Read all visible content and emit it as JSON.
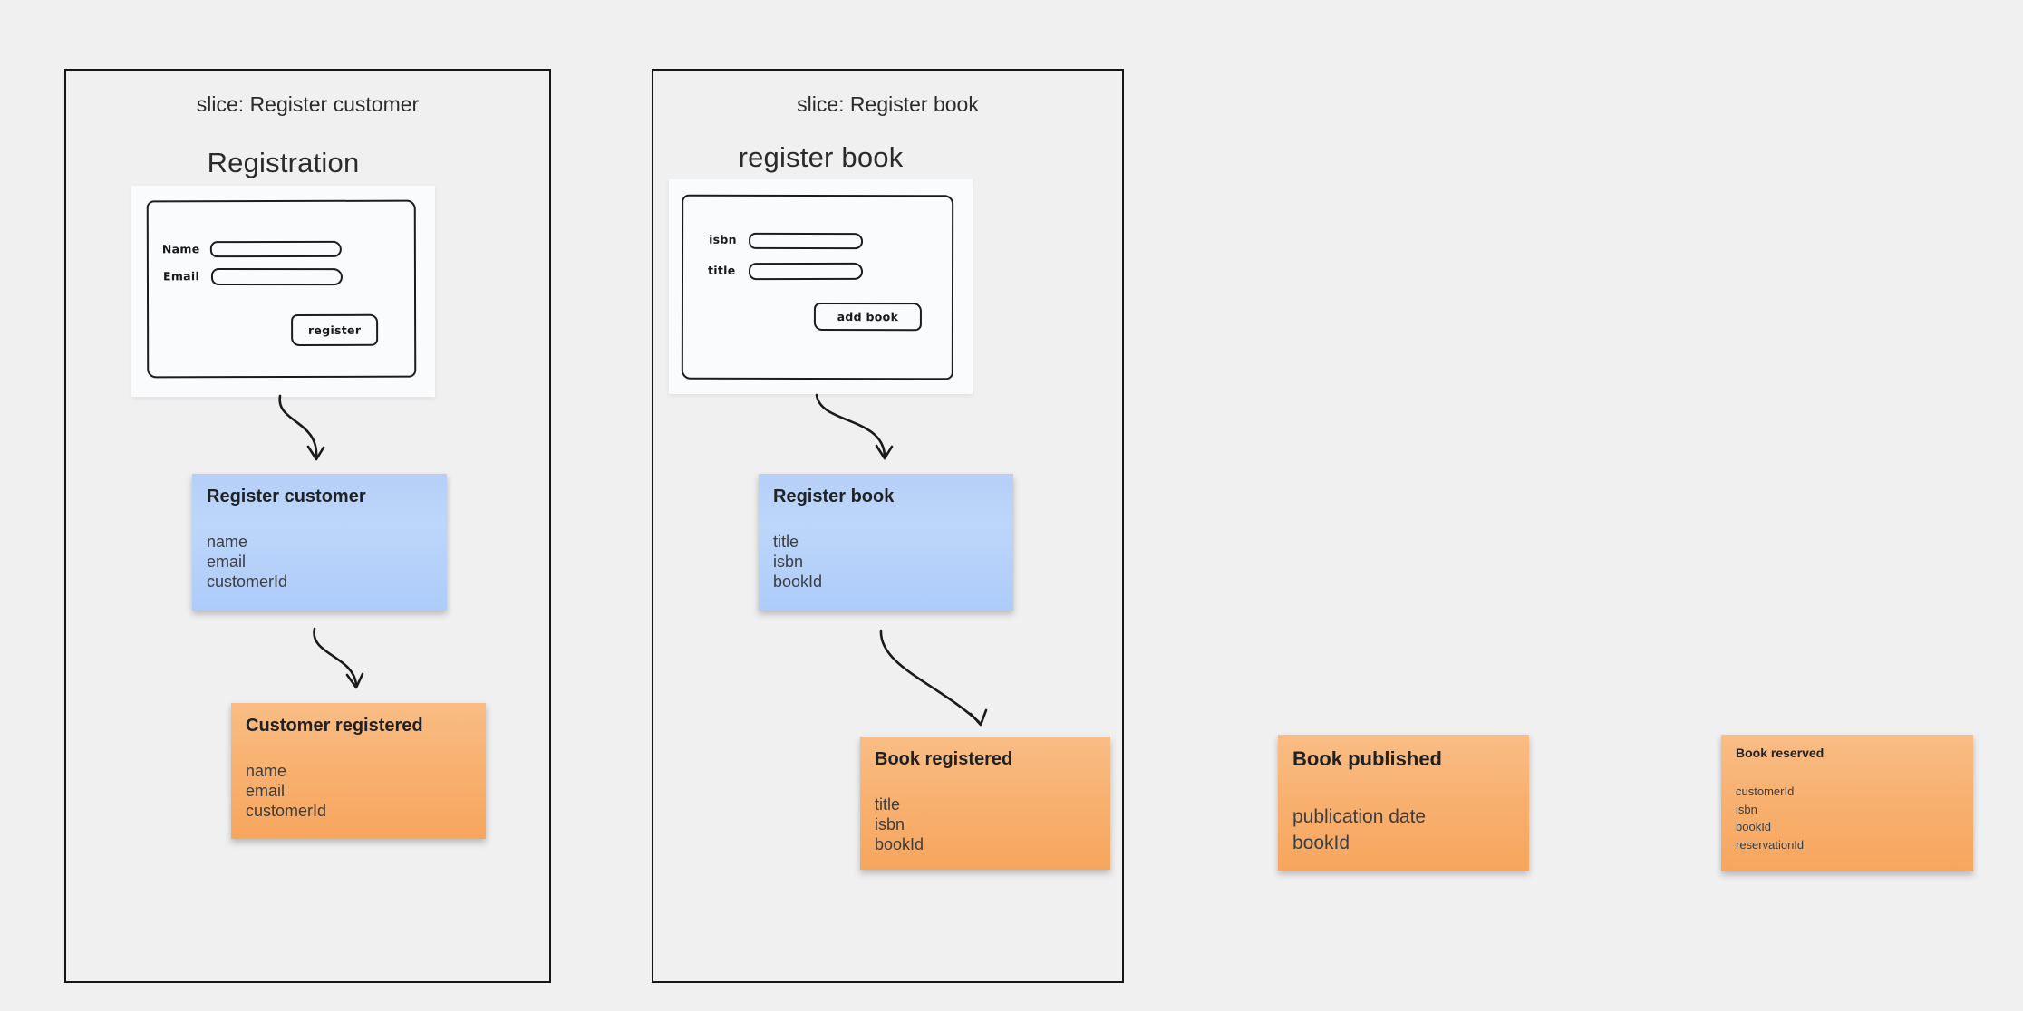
{
  "colors": {
    "canvas_bg": "#f0f0f1",
    "slice_border": "#161616",
    "command_blue": "#b5d0f9",
    "event_orange": "#f8b171",
    "ink": "#1a1a1a",
    "wireframe_bg": "#fafbfc"
  },
  "slices": [
    {
      "title": "slice: Register customer",
      "heading": "Registration",
      "wireframe": {
        "fields": [
          {
            "label": "Name"
          },
          {
            "label": "Email"
          }
        ],
        "button_label": "register"
      },
      "command": {
        "title": "Register customer",
        "fields": [
          "name",
          "email",
          "customerId"
        ]
      },
      "event": {
        "title": "Customer registered",
        "fields": [
          "name",
          "email",
          "customerId"
        ]
      }
    },
    {
      "title": "slice: Register book",
      "heading": "register book",
      "wireframe": {
        "fields": [
          {
            "label": "isbn"
          },
          {
            "label": "title"
          }
        ],
        "button_label": "add book"
      },
      "command": {
        "title": "Register book",
        "fields": [
          "title",
          "isbn",
          "bookId"
        ]
      },
      "event": {
        "title": "Book registered",
        "fields": [
          "title",
          "isbn",
          "bookId"
        ]
      }
    }
  ],
  "standalone_events": [
    {
      "title": "Book published",
      "fields": [
        "publication date",
        "bookId"
      ]
    },
    {
      "title": "Book reserved",
      "fields": [
        "customerId",
        "isbn",
        "bookId",
        "reservationId"
      ]
    }
  ],
  "arrows": [
    {
      "from": "registration-wireframe",
      "to": "register-customer-command"
    },
    {
      "from": "register-customer-command",
      "to": "customer-registered-event"
    },
    {
      "from": "register-book-wireframe",
      "to": "register-book-command"
    },
    {
      "from": "register-book-command",
      "to": "book-registered-event"
    }
  ]
}
